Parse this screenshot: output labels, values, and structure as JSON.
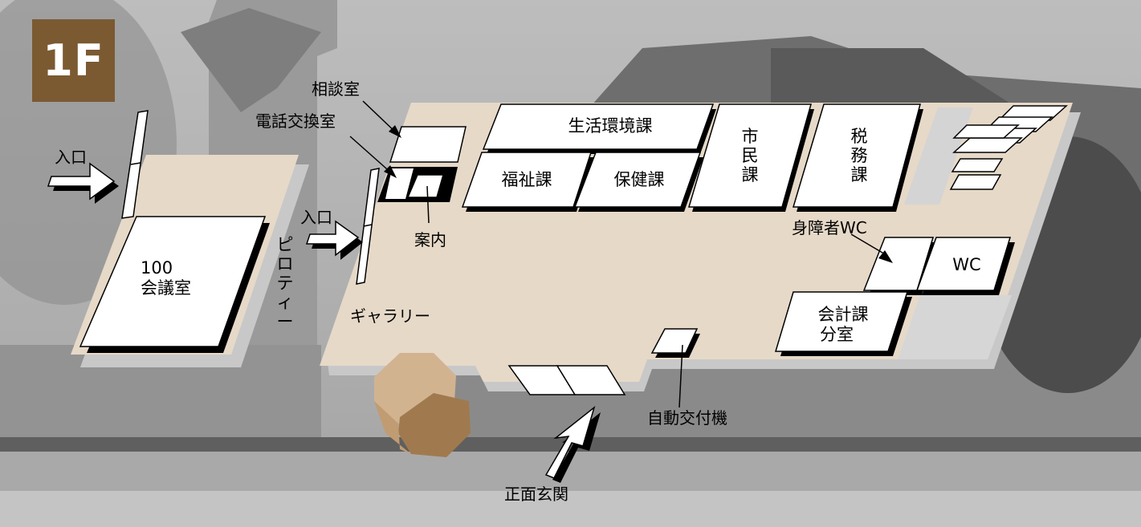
{
  "floor": {
    "label": "1F",
    "badge_color": "#7b5a32"
  },
  "colors": {
    "floor_fill": "#e6d9c8",
    "room_fill": "#ffffff",
    "shadow": "#c8c8c8",
    "pillar_light": "#d2b390",
    "pillar_dark": "#a07a4e"
  },
  "labels": {
    "entrance_left": "入口",
    "entrance_mid": "入口",
    "consultation_room": "相談室",
    "telephone_room": "電話交換室",
    "information": "案内",
    "piloti": "ピロティー",
    "gallery": "ギャラリー",
    "accessible_wc": "身障者WC",
    "auto_machine": "自動交付機",
    "main_entrance": "正面玄関"
  },
  "rooms": {
    "conference_number": "100",
    "conference_name": "会議室",
    "seikatsu_kankyo": "生活環境課",
    "fukushi": "福祉課",
    "hoken": "保健課",
    "shimin": "市民課",
    "zeimu": "税務課",
    "wc": "WC",
    "kaikei_line1": "会計課",
    "kaikei_line2": "分室"
  }
}
